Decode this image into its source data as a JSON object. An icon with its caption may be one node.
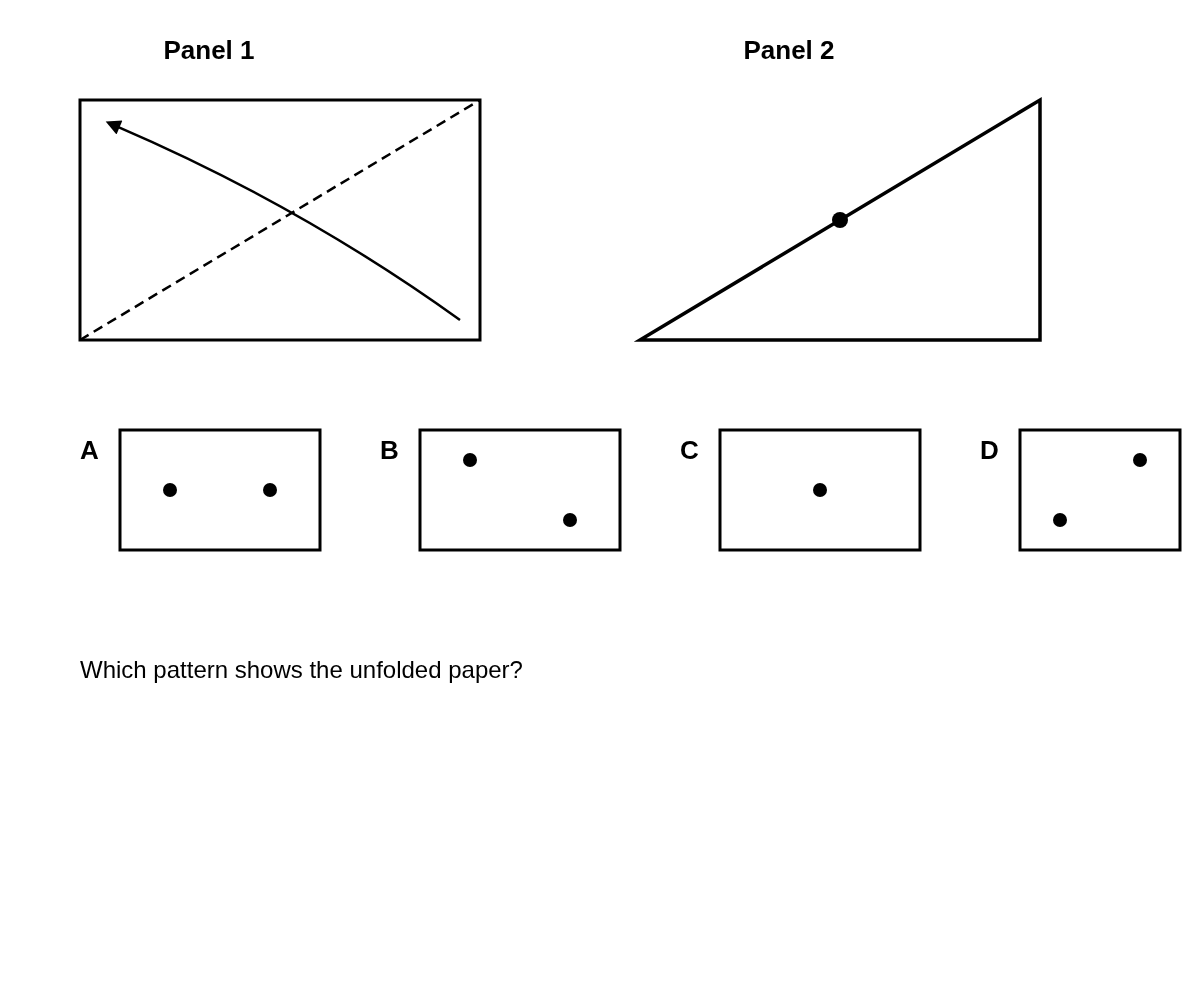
{
  "diagram": {
    "nodes": [
      {
        "text": [
          "Panel 1"
        ]
      },
      {
        "text": [
          "Panel 2"
        ]
      },
      {
        "text": [
          "A"
        ]
      },
      {
        "text": [
          "B"
        ]
      },
      {
        "text": [
          "C"
        ]
      },
      {
        "text": [
          "D"
        ]
      }
    ],
    "labels": [
      "Which pattern shows the unfolded paper?"
    ]
  }
}
